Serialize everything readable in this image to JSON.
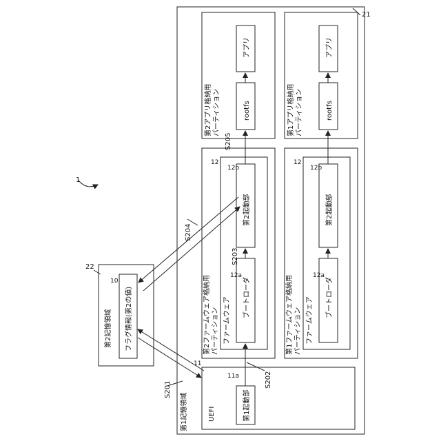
{
  "ref_1": "1",
  "ref_21": "21",
  "ref_22": "22",
  "second_storage": {
    "label": "第2記憶領域",
    "flag_ref": "10",
    "flag_label": "フラグ情報(第2の値)"
  },
  "first_storage": {
    "label": "第1記憶領域",
    "uefi": {
      "ref": "11",
      "label": "UEFI",
      "boot": {
        "ref": "11a",
        "label": "第1起動部"
      }
    },
    "fw_partition_1": {
      "ref": "12",
      "title_line1": "第1ファームウェア格納用",
      "title_line2": "パーティション",
      "firmware_label": "ファームウェア",
      "boot_loader": {
        "ref": "12a",
        "label": "ブートローダ"
      },
      "second_boot": {
        "ref": "12b",
        "label": "第2起動部"
      }
    },
    "fw_partition_2": {
      "ref": "12",
      "title_line1": "第2ファームウェア格納用",
      "title_line2": "パーティション",
      "firmware_label": "ファームウェア",
      "boot_loader": {
        "ref": "12a",
        "label": "ブートローダ"
      },
      "second_boot": {
        "ref": "12b",
        "label": "第2起動部"
      }
    },
    "app_partition_1": {
      "title_line1": "第1アプリ格納用",
      "title_line2": "パーティション",
      "rootfs": "rootfs",
      "app": "アプリ"
    },
    "app_partition_2": {
      "title_line1": "第2アプリ格納用",
      "title_line2": "パーティション",
      "rootfs": "rootfs",
      "app": "アプリ"
    }
  },
  "steps": {
    "s201": "S201",
    "s202": "S202",
    "s203": "S203",
    "s204": "S204",
    "s205": "S205"
  }
}
